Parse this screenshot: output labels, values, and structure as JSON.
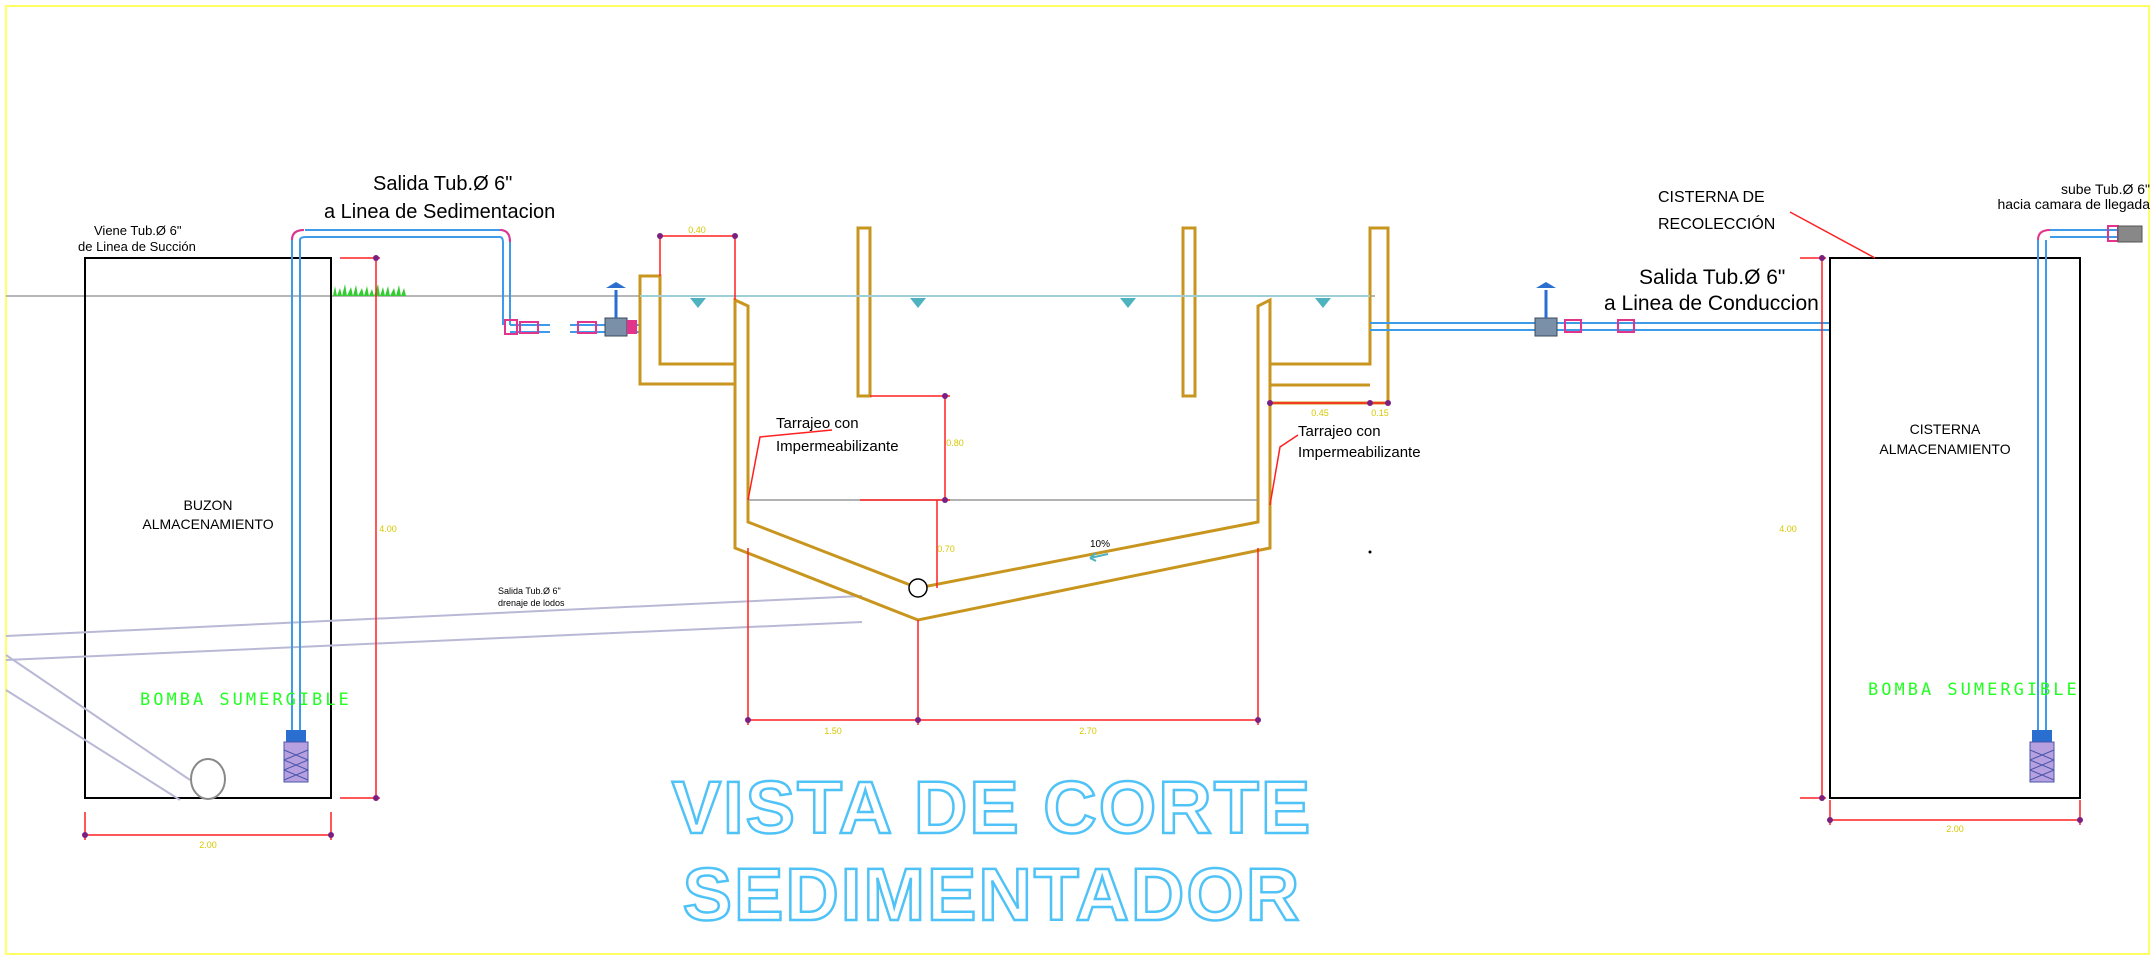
{
  "labels": {
    "viene": [
      "Viene Tub.Ø 6\"",
      "de Linea de Succión"
    ],
    "salida_sed": [
      "Salida Tub.Ø 6\"",
      "a Linea de Sedimentacion"
    ],
    "buzon": [
      "BUZON",
      "ALMACENAMIENTO"
    ],
    "tarrajeo_left": [
      "Tarrajeo con",
      "Impermeabilizante"
    ],
    "tarrajeo_right": [
      "Tarrajeo con",
      "Impermeabilizante"
    ],
    "salida_lodos": [
      "Salida Tub.Ø 6\"",
      "drenaje de lodos"
    ],
    "slope": "10%",
    "cisterna_recol": [
      "CISTERNA DE",
      "RECOLECCIÓN"
    ],
    "salida_cond": [
      "Salida Tub.Ø 6\"",
      "a Linea de Conduccion"
    ],
    "sube": [
      "sube Tub.Ø 6\"",
      "hacia camara de llegada"
    ],
    "cisterna": [
      "CISTERNA",
      "ALMACENAMIENTO"
    ],
    "bomba_left": "BOMBA SUMERGIBLE",
    "bomba_right": "BOMBA SUMERGIBLE"
  },
  "dimensions": {
    "buzon_width": "2.00",
    "buzon_height": "4.00",
    "inlet_width": "0.40",
    "baffle_depth": "0.80",
    "hopper_depth": "0.70",
    "bottom_left": "1.50",
    "bottom_right": "2.70",
    "outlet_w1": "0.45",
    "outlet_w2": "0.15",
    "cisterna_height": "4.00",
    "cisterna_width": "2.00"
  },
  "title": {
    "line1": "VISTA DE CORTE",
    "line2": "SEDIMENTADOR"
  },
  "colors": {
    "frame": "#ffff66",
    "wall": "#c8961e",
    "pipe": "#3d9be9",
    "dimension": "#ff2020",
    "water": "#9ecfd6",
    "green_text": "#22ff22",
    "title_outline": "#4fc3f7"
  }
}
